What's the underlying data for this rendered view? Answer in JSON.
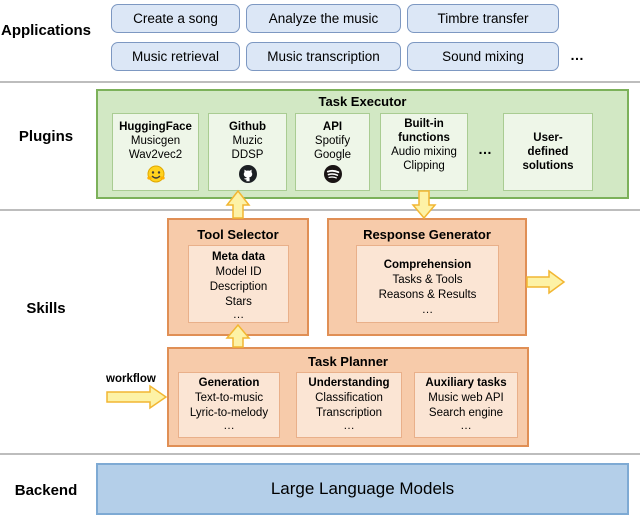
{
  "layers": {
    "applications": "Applications",
    "plugins": "Plugins",
    "skills": "Skills",
    "backend": "Backend"
  },
  "applications": {
    "row1": [
      "Create a song",
      "Analyze the music",
      "Timbre transfer"
    ],
    "row2": [
      "Music retrieval",
      "Music transcription",
      "Sound mixing"
    ],
    "ellipsis": "…"
  },
  "task_executor": {
    "title": "Task Executor",
    "huggingface": {
      "title": "HuggingFace",
      "items": [
        "Musicgen",
        "Wav2vec2"
      ]
    },
    "github": {
      "title": "Github",
      "items": [
        "Muzic",
        "DDSP"
      ]
    },
    "api": {
      "title": "API",
      "items": [
        "Spotify",
        "Google"
      ]
    },
    "builtin": {
      "title_line1": "Built-in",
      "title_line2": "functions",
      "items": [
        "Audio mixing",
        "Clipping"
      ]
    },
    "ellipsis": "…",
    "user_defined": {
      "line1": "User-",
      "line2": "defined",
      "line3": "solutions"
    }
  },
  "tool_selector": {
    "title": "Tool Selector",
    "inner_title": "Meta data",
    "items": [
      "Model ID",
      "Description",
      "Stars",
      "…"
    ]
  },
  "response_generator": {
    "title": "Response Generator",
    "inner_title": "Comprehension",
    "items": [
      "Tasks & Tools",
      "Reasons & Results",
      "…"
    ]
  },
  "task_planner": {
    "title": "Task Planner",
    "generation": {
      "title": "Generation",
      "items": [
        "Text-to-music",
        "Lyric-to-melody",
        "…"
      ]
    },
    "understanding": {
      "title": "Understanding",
      "items": [
        "Classification",
        "Transcription",
        "…"
      ]
    },
    "auxiliary": {
      "title": "Auxiliary tasks",
      "items": [
        "Music web API",
        "Search engine",
        "…"
      ]
    }
  },
  "workflow_label": "workflow",
  "backend_label": "Large Language Models",
  "colors": {
    "app_fill": "#dce7f6",
    "plugin_fill": "#d2e8c4",
    "skill_fill": "#f7cbaa",
    "arrow_fill": "#fdf2a6",
    "arrow_stroke": "#f2b632",
    "backend_fill": "#b4cfe9"
  }
}
